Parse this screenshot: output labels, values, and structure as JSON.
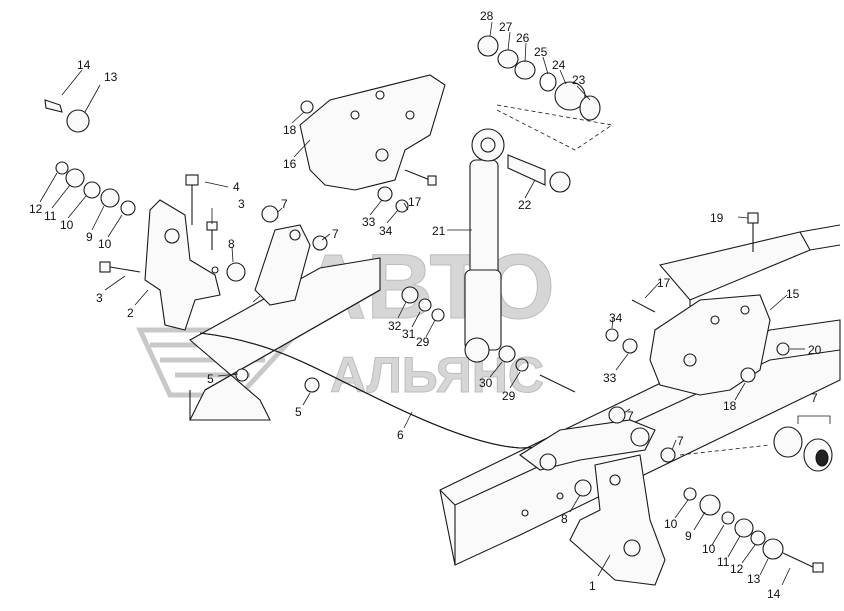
{
  "watermark": {
    "line1": "АВТО",
    "line2": "АЛЬЯНС"
  },
  "callouts": [
    {
      "id": "c14a",
      "text": "14"
    },
    {
      "id": "c13a",
      "text": "13"
    },
    {
      "id": "c12a",
      "text": "12"
    },
    {
      "id": "c11a",
      "text": "11"
    },
    {
      "id": "c10a",
      "text": "10"
    },
    {
      "id": "c9a",
      "text": "9"
    },
    {
      "id": "c10b",
      "text": "10"
    },
    {
      "id": "c4",
      "text": "4"
    },
    {
      "id": "c3a",
      "text": "3"
    },
    {
      "id": "c8a",
      "text": "8"
    },
    {
      "id": "c3b",
      "text": "3"
    },
    {
      "id": "c2",
      "text": "2"
    },
    {
      "id": "c7a",
      "text": "7"
    },
    {
      "id": "c7b",
      "text": "7"
    },
    {
      "id": "c5a",
      "text": "5"
    },
    {
      "id": "c5b",
      "text": "5"
    },
    {
      "id": "c6",
      "text": "6"
    },
    {
      "id": "c18a",
      "text": "18"
    },
    {
      "id": "c16",
      "text": "16"
    },
    {
      "id": "c33a",
      "text": "33"
    },
    {
      "id": "c34a",
      "text": "34"
    },
    {
      "id": "c17a",
      "text": "17"
    },
    {
      "id": "c28",
      "text": "28"
    },
    {
      "id": "c27",
      "text": "27"
    },
    {
      "id": "c26",
      "text": "26"
    },
    {
      "id": "c25",
      "text": "25"
    },
    {
      "id": "c24",
      "text": "24"
    },
    {
      "id": "c23",
      "text": "23"
    },
    {
      "id": "c22",
      "text": "22"
    },
    {
      "id": "c21",
      "text": "21"
    },
    {
      "id": "c32",
      "text": "32"
    },
    {
      "id": "c31",
      "text": "31"
    },
    {
      "id": "c29a",
      "text": "29"
    },
    {
      "id": "c30",
      "text": "30"
    },
    {
      "id": "c29b",
      "text": "29"
    },
    {
      "id": "c19",
      "text": "19"
    },
    {
      "id": "c17b",
      "text": "17"
    },
    {
      "id": "c15",
      "text": "15"
    },
    {
      "id": "c34b",
      "text": "34"
    },
    {
      "id": "c20",
      "text": "20"
    },
    {
      "id": "c33b",
      "text": "33"
    },
    {
      "id": "c18b",
      "text": "18"
    },
    {
      "id": "c7c",
      "text": "7"
    },
    {
      "id": "c7d",
      "text": "7"
    },
    {
      "id": "c7e",
      "text": "7"
    },
    {
      "id": "c8b",
      "text": "8"
    },
    {
      "id": "c10c",
      "text": "10"
    },
    {
      "id": "c9b",
      "text": "9"
    },
    {
      "id": "c10d",
      "text": "10"
    },
    {
      "id": "c11b",
      "text": "11"
    },
    {
      "id": "c12b",
      "text": "12"
    },
    {
      "id": "c13b",
      "text": "13"
    },
    {
      "id": "c14b",
      "text": "14"
    },
    {
      "id": "c1",
      "text": "1"
    }
  ]
}
